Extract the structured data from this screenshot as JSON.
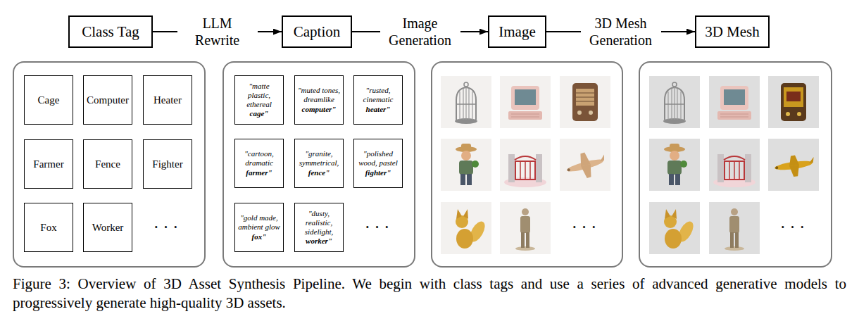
{
  "diagram": {
    "caption": "Figure 3: Overview of 3D Asset Synthesis Pipeline. We begin with class tags and use a series of advanced generative models to progressively generate high-quality 3D assets.",
    "nodes": [
      {
        "text": [
          "Class Tag"
        ]
      },
      {
        "text": [
          "Caption"
        ]
      },
      {
        "text": [
          "Image"
        ]
      },
      {
        "text": [
          "3D Mesh"
        ]
      },
      {
        "text": [
          "• • •"
        ]
      },
      {
        "text": [
          "Cage"
        ],
        "in": 4
      },
      {
        "text": [
          "Computer"
        ],
        "in": 4
      },
      {
        "text": [
          "Heater"
        ],
        "in": 4
      },
      {
        "text": [
          "Farmer"
        ],
        "in": 4
      },
      {
        "text": [
          "Fence"
        ],
        "in": 4
      },
      {
        "text": [
          "Fighter"
        ],
        "in": 4
      },
      {
        "text": [
          "Fox"
        ],
        "in": 4
      },
      {
        "text": [
          "Worker"
        ],
        "in": 4
      },
      {
        "text": [
          "• • •"
        ]
      },
      {
        "text": [
          "\"matte plastic, ethereal cage\""
        ],
        "in": 13
      },
      {
        "text": [
          "\"muted tones, dreamlike computer\""
        ],
        "in": 13
      },
      {
        "text": [
          "\"rusted, cinematic heater\""
        ],
        "in": 13
      },
      {
        "text": [
          "\"cartoon, dramatic farmer\""
        ],
        "in": 13
      },
      {
        "text": [
          "\"granite, symmetrical, fence\""
        ],
        "in": 13
      },
      {
        "text": [
          "\"polished wood, pastel fighter\""
        ],
        "in": 13
      },
      {
        "text": [
          "\"gold made, ambient glow fox\""
        ],
        "in": 13
      },
      {
        "text": [
          "\"dusty, realistic, sidelight, worker\""
        ],
        "in": 13
      },
      {
        "text": [
          "• • •"
        ]
      },
      {
        "text": [
          "• • •"
        ]
      }
    ],
    "edges": [
      {
        "from": 0,
        "to": 1,
        "label": "LLM Rewrite",
        "arrow": "to"
      },
      {
        "from": 1,
        "to": 2,
        "label": "Image Generation",
        "arrow": "to"
      },
      {
        "from": 2,
        "to": 3,
        "label": "3D Mesh Generation",
        "arrow": "to"
      }
    ]
  }
}
